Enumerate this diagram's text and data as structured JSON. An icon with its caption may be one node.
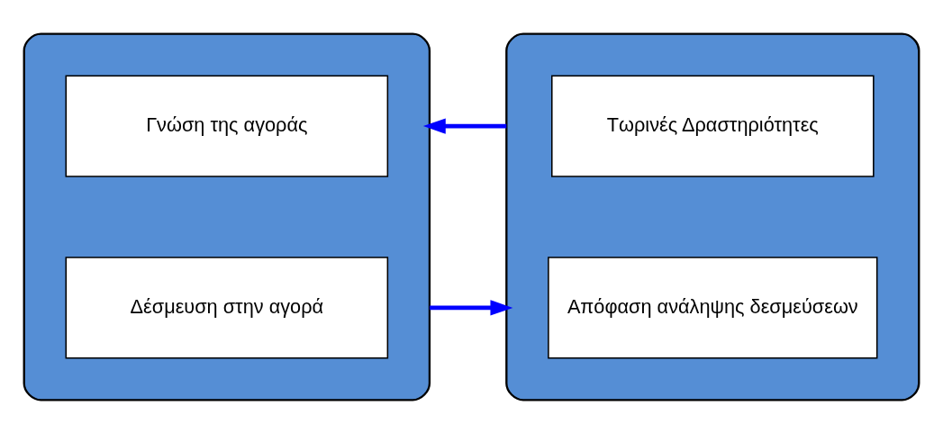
{
  "diagram": {
    "nodes": [
      {
        "text": [],
        "shape": "box"
      },
      {
        "text": [
          "Δέσμευση στην αγορά"
        ],
        "in": 0
      },
      {
        "text": [
          "Γνώση της αγοράς"
        ],
        "in": 0
      },
      {
        "text": [],
        "shape": "box"
      },
      {
        "text": [
          "Απόφαση ανάληψης δεσμεύσεων"
        ],
        "in": 3
      },
      {
        "text": [
          "Τωρινές Δραστηριότητες"
        ],
        "in": 3
      }
    ],
    "edges": [
      {
        "from": 0,
        "to": 3,
        "arrow": "to"
      },
      {
        "from": 3,
        "to": 0,
        "arrow": "to"
      }
    ]
  }
}
